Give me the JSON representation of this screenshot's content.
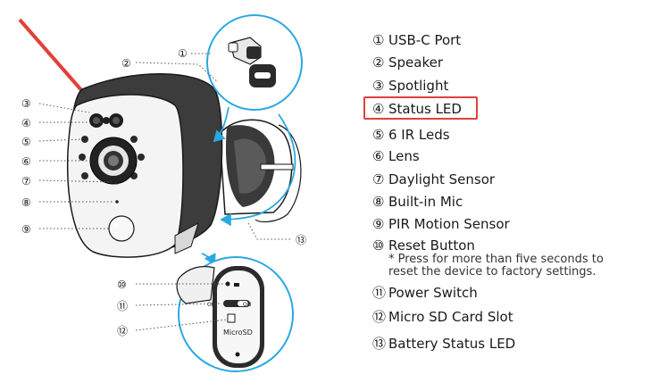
{
  "legend": [
    {
      "num": "①",
      "label": "USB-C Port"
    },
    {
      "num": "②",
      "label": "Speaker"
    },
    {
      "num": "③",
      "label": "Spotlight"
    },
    {
      "num": "④",
      "label": "Status LED"
    },
    {
      "num": "⑤",
      "label": "6 IR Leds"
    },
    {
      "num": "⑥",
      "label": "Lens"
    },
    {
      "num": "⑦",
      "label": "Daylight Sensor"
    },
    {
      "num": "⑧",
      "label": "Built-in Mic"
    },
    {
      "num": "⑨",
      "label": "PIR Motion Sensor"
    },
    {
      "num": "⑩",
      "label": "Reset Button"
    },
    {
      "num": "⑪",
      "label": "Power Switch"
    },
    {
      "num": "⑫",
      "label": "Micro SD Card Slot"
    },
    {
      "num": "⑬",
      "label": "Battery Status LED"
    }
  ],
  "reset_note_line1": "* Press for more than five seconds to",
  "reset_note_line2": "reset the device to factory settings.",
  "callouts": {
    "c1": "①",
    "c2": "②",
    "c3": "③",
    "c4": "④",
    "c5": "⑤",
    "c6": "⑥",
    "c7": "⑦",
    "c8": "⑧",
    "c9": "⑨",
    "c10": "⑩",
    "c11": "⑪",
    "c12": "⑫",
    "c13": "⑬"
  },
  "panel": {
    "off_label": "OFF",
    "on_label": "ON",
    "sd_label": "MicroSD"
  },
  "colors": {
    "accent_cyan": "#29a9e0",
    "highlight_red": "#e0413a",
    "arrow_red": "#e0413a"
  }
}
